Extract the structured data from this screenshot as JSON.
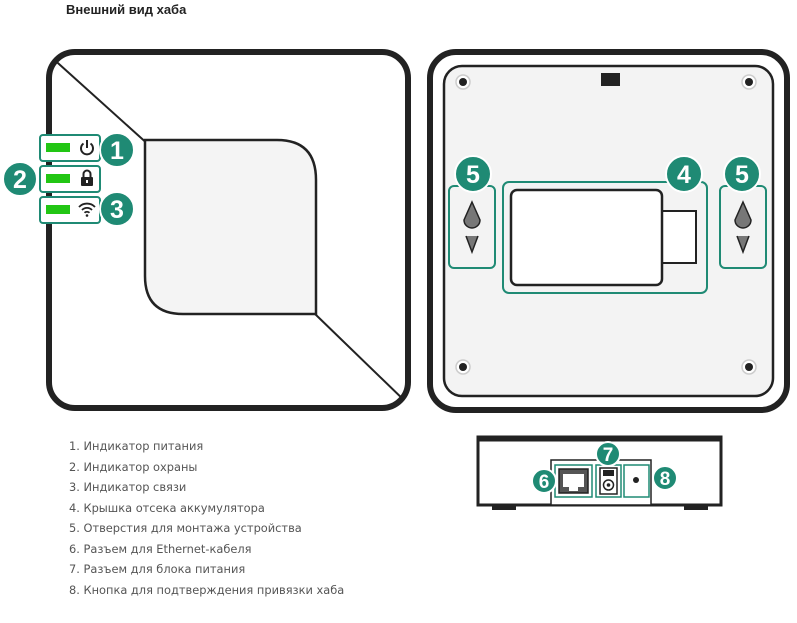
{
  "header": {
    "title": "Внешний вид хаба"
  },
  "colors": {
    "accent": "#1f8a74",
    "led_green": "#22c614",
    "outline": "#222222",
    "panel_gray": "#f3f3f3"
  },
  "badges": {
    "n1": "1",
    "n2": "2",
    "n3": "3",
    "n4": "4",
    "n5_left": "5",
    "n5_right": "5",
    "n6": "6",
    "n7": "7",
    "n8": "8"
  },
  "icons": {
    "power": "power-icon",
    "lock": "lock-icon",
    "wifi": "wifi-icon",
    "ethernet": "ethernet-port-icon",
    "power_jack": "power-jack-icon",
    "pairing_button": "pairing-button-icon"
  },
  "legend": [
    "1. Индикатор питания",
    "2. Индикатор охраны",
    "3. Индикатор связи",
    "4. Крышка отсека аккумулятора",
    "5. Отверстия для монтажа устройства",
    "6. Разъем для Ethernet-кабеля",
    "7. Разъем для блока питания",
    "8. Кнопка для подтверждения привязки хаба"
  ]
}
